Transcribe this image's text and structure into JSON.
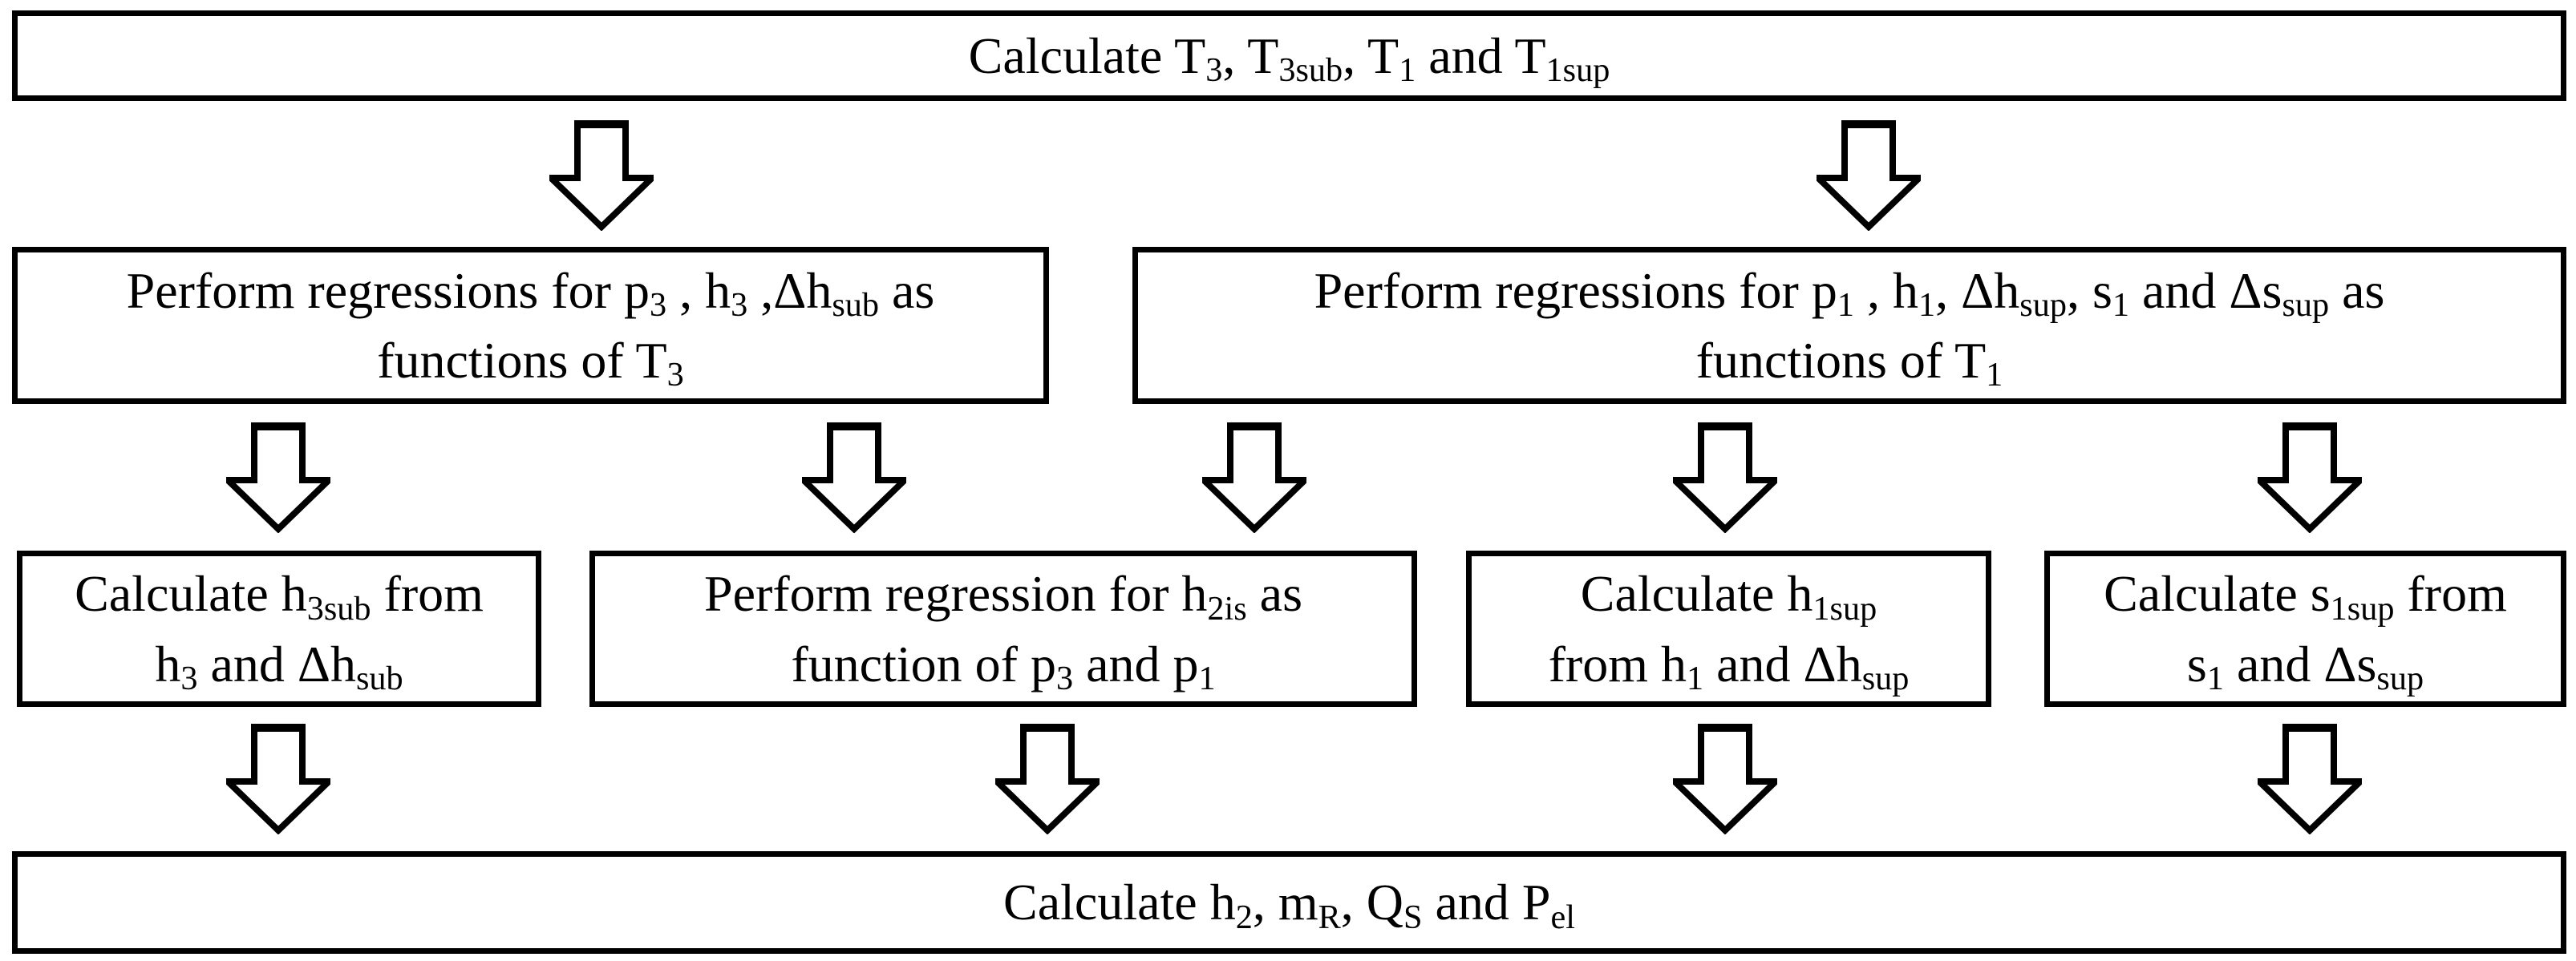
{
  "colors": {
    "background": "#ffffff",
    "border": "#000000",
    "text": "#000000",
    "arrow_fill": "#ffffff",
    "arrow_outline": "#000000"
  },
  "icons": {
    "down_arrow": "block-down-arrow"
  },
  "boxes": {
    "calc_temps": {
      "segments": [
        {
          "t": "Calculate T"
        },
        {
          "t": "3",
          "sub": true
        },
        {
          "t": ", T"
        },
        {
          "t": "3sub",
          "sub": true
        },
        {
          "t": ", T"
        },
        {
          "t": "1",
          "sub": true
        },
        {
          "t": " and T"
        },
        {
          "t": "1sup",
          "sub": true
        }
      ]
    },
    "reg_t3": {
      "segments": [
        {
          "t": "Perform regressions for p"
        },
        {
          "t": "3",
          "sub": true
        },
        {
          "t": " , h"
        },
        {
          "t": "3",
          "sub": true
        },
        {
          "t": " ,Δh"
        },
        {
          "t": "sub",
          "sub": true
        },
        {
          "t": " as"
        },
        {
          "br": true
        },
        {
          "t": "functions of T"
        },
        {
          "t": "3",
          "sub": true
        }
      ]
    },
    "reg_t1": {
      "segments": [
        {
          "t": "Perform regressions for p"
        },
        {
          "t": "1",
          "sub": true
        },
        {
          "t": " , h"
        },
        {
          "t": "1",
          "sub": true
        },
        {
          "t": ", Δh"
        },
        {
          "t": "sup",
          "sub": true
        },
        {
          "t": ", s"
        },
        {
          "t": "1",
          "sub": true
        },
        {
          "t": " and Δs"
        },
        {
          "t": "sup",
          "sub": true
        },
        {
          "t": " as"
        },
        {
          "br": true
        },
        {
          "t": "functions of T"
        },
        {
          "t": "1",
          "sub": true
        }
      ]
    },
    "calc_h3sub": {
      "segments": [
        {
          "t": "Calculate h"
        },
        {
          "t": "3sub",
          "sub": true
        },
        {
          "t": " from"
        },
        {
          "br": true
        },
        {
          "t": "h"
        },
        {
          "t": "3",
          "sub": true
        },
        {
          "t": " and Δh"
        },
        {
          "t": "sub",
          "sub": true
        }
      ]
    },
    "reg_h2is": {
      "segments": [
        {
          "t": "Perform regression for h"
        },
        {
          "t": "2is",
          "sub": true
        },
        {
          "t": " as"
        },
        {
          "br": true
        },
        {
          "t": "function of p"
        },
        {
          "t": "3",
          "sub": true
        },
        {
          "t": " and p"
        },
        {
          "t": "1",
          "sub": true
        }
      ]
    },
    "calc_h1sup": {
      "segments": [
        {
          "t": "Calculate h"
        },
        {
          "t": "1sup",
          "sub": true
        },
        {
          "br": true
        },
        {
          "t": "from h"
        },
        {
          "t": "1",
          "sub": true
        },
        {
          "t": " and Δh"
        },
        {
          "t": "sup",
          "sub": true
        }
      ]
    },
    "calc_s1sup": {
      "segments": [
        {
          "t": "Calculate s"
        },
        {
          "t": "1sup",
          "sub": true
        },
        {
          "t": " from"
        },
        {
          "br": true
        },
        {
          "t": "s"
        },
        {
          "t": "1",
          "sub": true
        },
        {
          "t": " and Δs"
        },
        {
          "t": "sup",
          "sub": true
        }
      ]
    },
    "calc_outputs": {
      "segments": [
        {
          "t": "Calculate h"
        },
        {
          "t": "2",
          "sub": true
        },
        {
          "t": ", m"
        },
        {
          "t": "R",
          "sub": true
        },
        {
          "t": ", Q"
        },
        {
          "t": "S",
          "sub": true
        },
        {
          "t": " and P"
        },
        {
          "t": "el",
          "sub": true
        }
      ]
    }
  }
}
